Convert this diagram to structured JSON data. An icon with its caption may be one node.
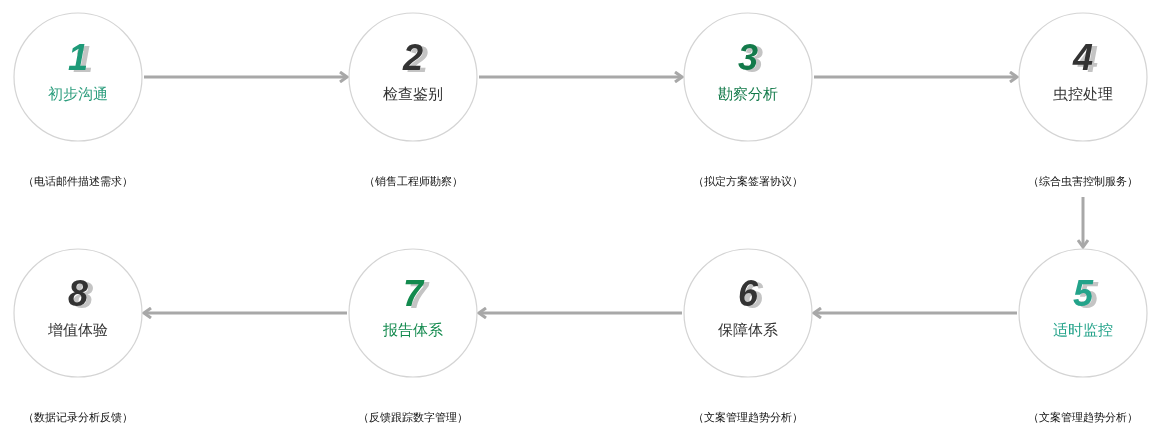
{
  "diagram": {
    "nodes": [
      {
        "text": [
          "1",
          "初步沟通"
        ],
        "beside": [
          "（电话邮件描述需求）"
        ]
      },
      {
        "text": [
          "2",
          "检查鉴别"
        ],
        "beside": [
          "（销售工程师勘察）"
        ]
      },
      {
        "text": [
          "3",
          "勘察分析"
        ],
        "beside": [
          "（拟定方案签署协议）"
        ]
      },
      {
        "text": [
          "4",
          "虫控处理"
        ],
        "beside": [
          "（综合虫害控制服务）"
        ]
      },
      {
        "text": [
          "5",
          "适时监控"
        ],
        "beside": [
          "（文案管理趋势分析）"
        ]
      },
      {
        "text": [
          "6",
          "保障体系"
        ],
        "beside": [
          "（文案管理趋势分析）"
        ]
      },
      {
        "text": [
          "7",
          "报告体系"
        ],
        "beside": [
          "（反馈跟踪数字管理）"
        ]
      },
      {
        "text": [
          "8",
          "增值体验"
        ],
        "beside": [
          "（数据记录分析反馈）"
        ]
      }
    ],
    "edges": [
      {
        "from": 0,
        "to": 1,
        "arrow": "to"
      },
      {
        "from": 1,
        "to": 2,
        "arrow": "to"
      },
      {
        "from": 2,
        "to": 3,
        "arrow": "to"
      },
      {
        "from": 3,
        "to": 4,
        "arrow": "to"
      },
      {
        "from": 4,
        "to": 5,
        "arrow": "to"
      },
      {
        "from": 5,
        "to": 6,
        "arrow": "to"
      },
      {
        "from": 6,
        "to": 7,
        "arrow": "to"
      }
    ]
  }
}
